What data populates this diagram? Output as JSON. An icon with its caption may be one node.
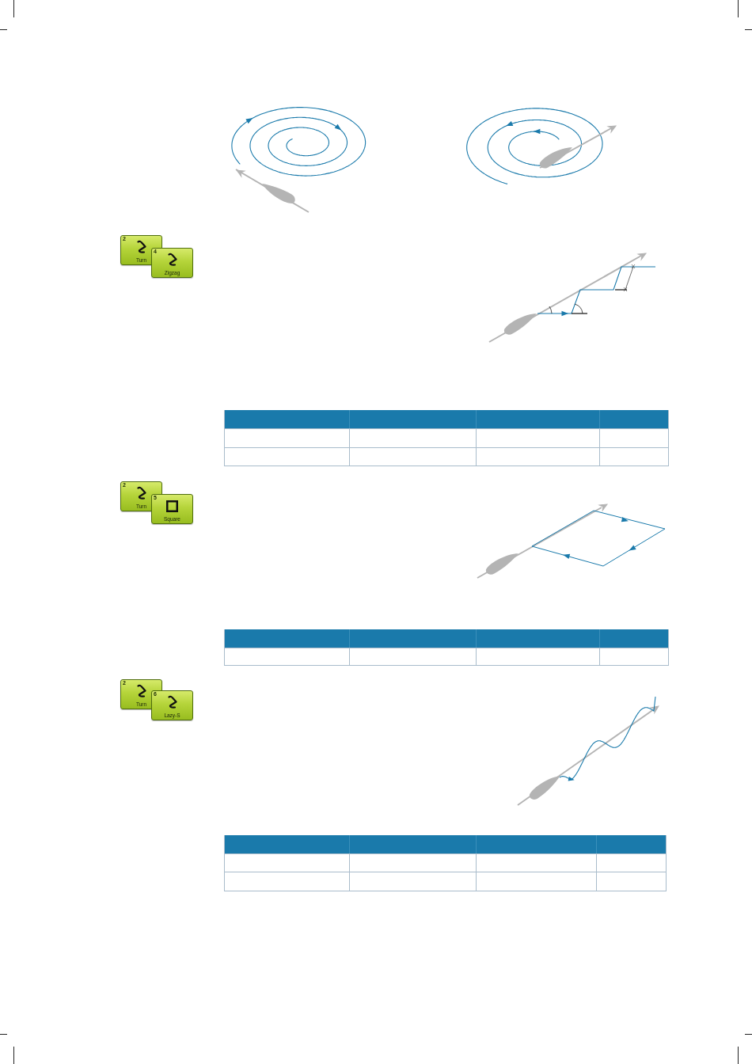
{
  "diagram": {
    "nodes": [
      {
        "text": [
          "2",
          "Turn"
        ]
      },
      {
        "text": [
          "4",
          "Zigzag"
        ]
      },
      {
        "text": [
          "2",
          "Turn"
        ]
      },
      {
        "text": [
          "5",
          "Square"
        ]
      },
      {
        "text": [
          "2",
          "Turn"
        ]
      },
      {
        "text": [
          "6",
          "Lazy-S"
        ]
      }
    ]
  }
}
